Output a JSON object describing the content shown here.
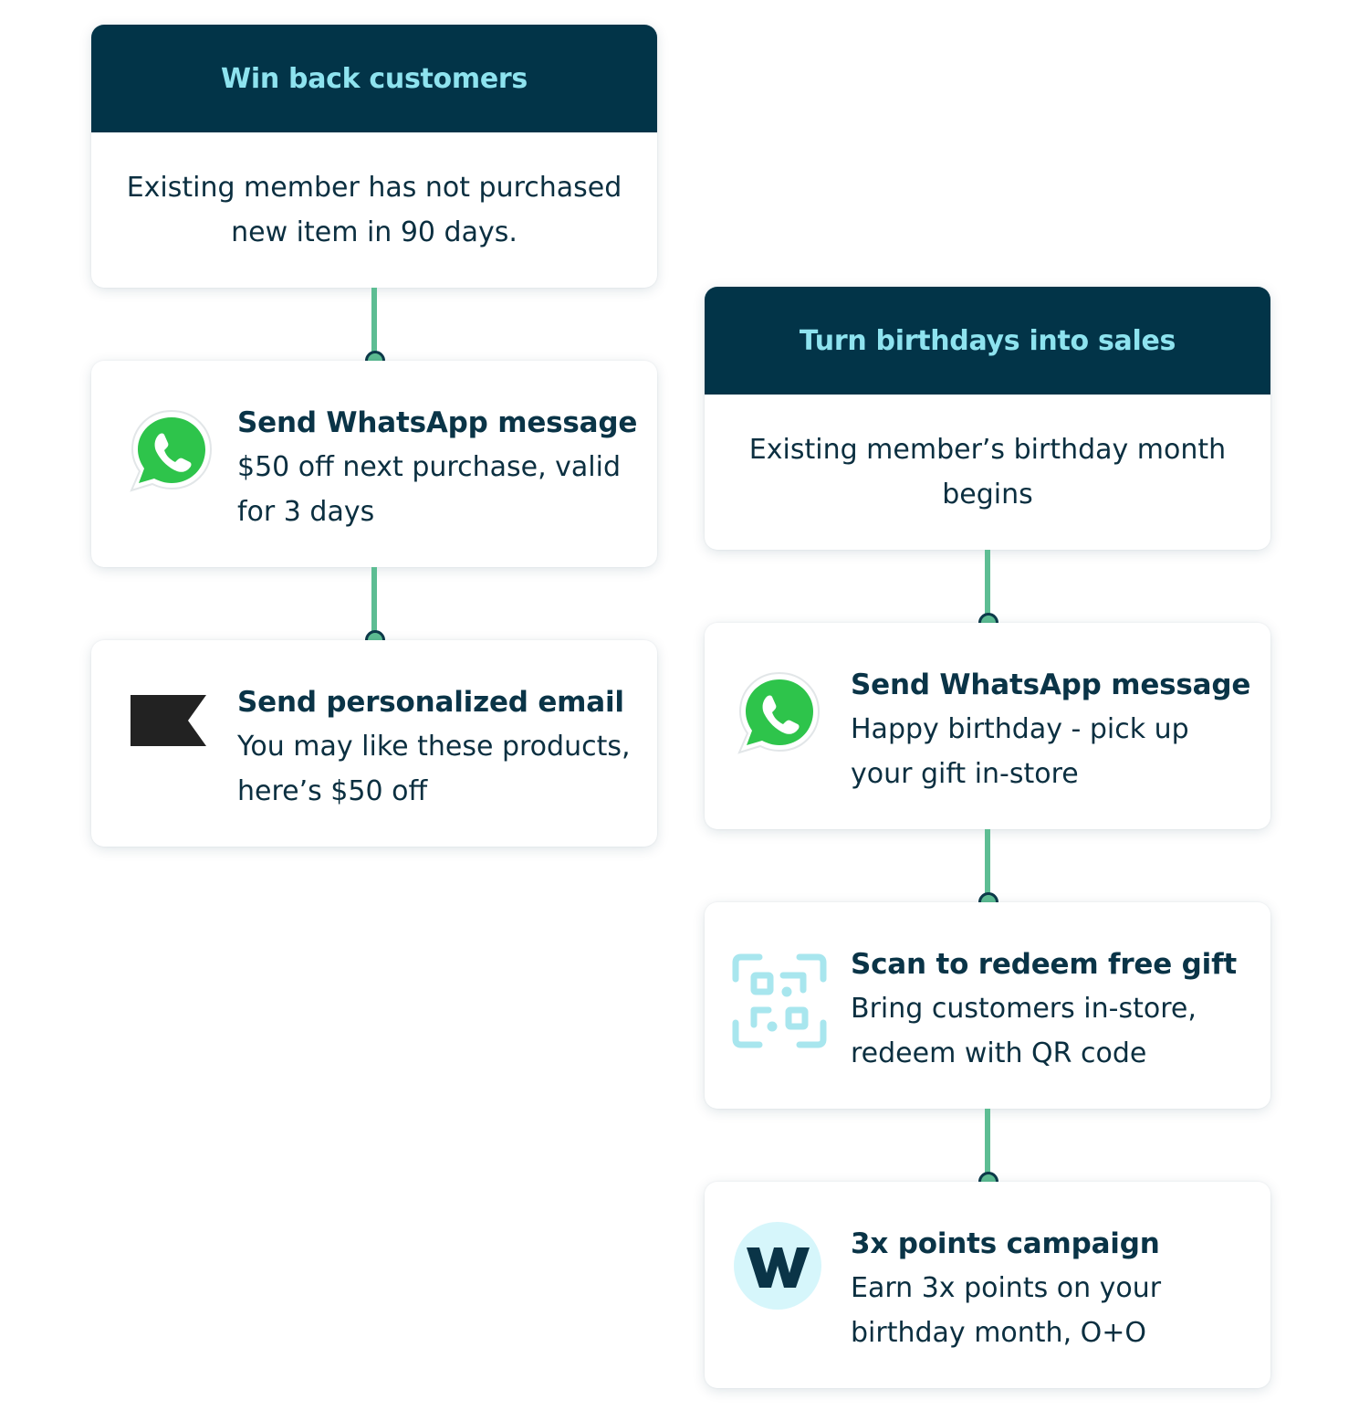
{
  "colors": {
    "header_bg": "#023448",
    "header_text": "#8ee3ef",
    "connector": "#5dbd93",
    "dark_text": "#0a3447",
    "whatsapp": "#2ec44b",
    "qr": "#a8e6ee",
    "w_badge": "#d6f6fb"
  },
  "flows": [
    {
      "title": "Win back customers",
      "trigger": "Existing member has not purchased new item in 90 days.",
      "steps": [
        {
          "icon": "whatsapp-icon",
          "title": "Send WhatsApp message",
          "desc": "$50 off next purchase, valid for 3 days"
        },
        {
          "icon": "flag-icon",
          "title": "Send personalized email",
          "desc": "You may like these products, here’s $50 off"
        }
      ]
    },
    {
      "title": "Turn birthdays into sales",
      "trigger": "Existing member’s birthday month begins",
      "steps": [
        {
          "icon": "whatsapp-icon",
          "title": "Send WhatsApp message",
          "desc": "Happy birthday - pick up your gift in-store"
        },
        {
          "icon": "qr-scan-icon",
          "title": "Scan to redeem free gift",
          "desc": "Bring customers in-store, redeem with QR code"
        },
        {
          "icon": "w-logo-icon",
          "title": "3x points campaign",
          "desc": "Earn 3x points on your birthday month, O+O"
        }
      ]
    }
  ]
}
